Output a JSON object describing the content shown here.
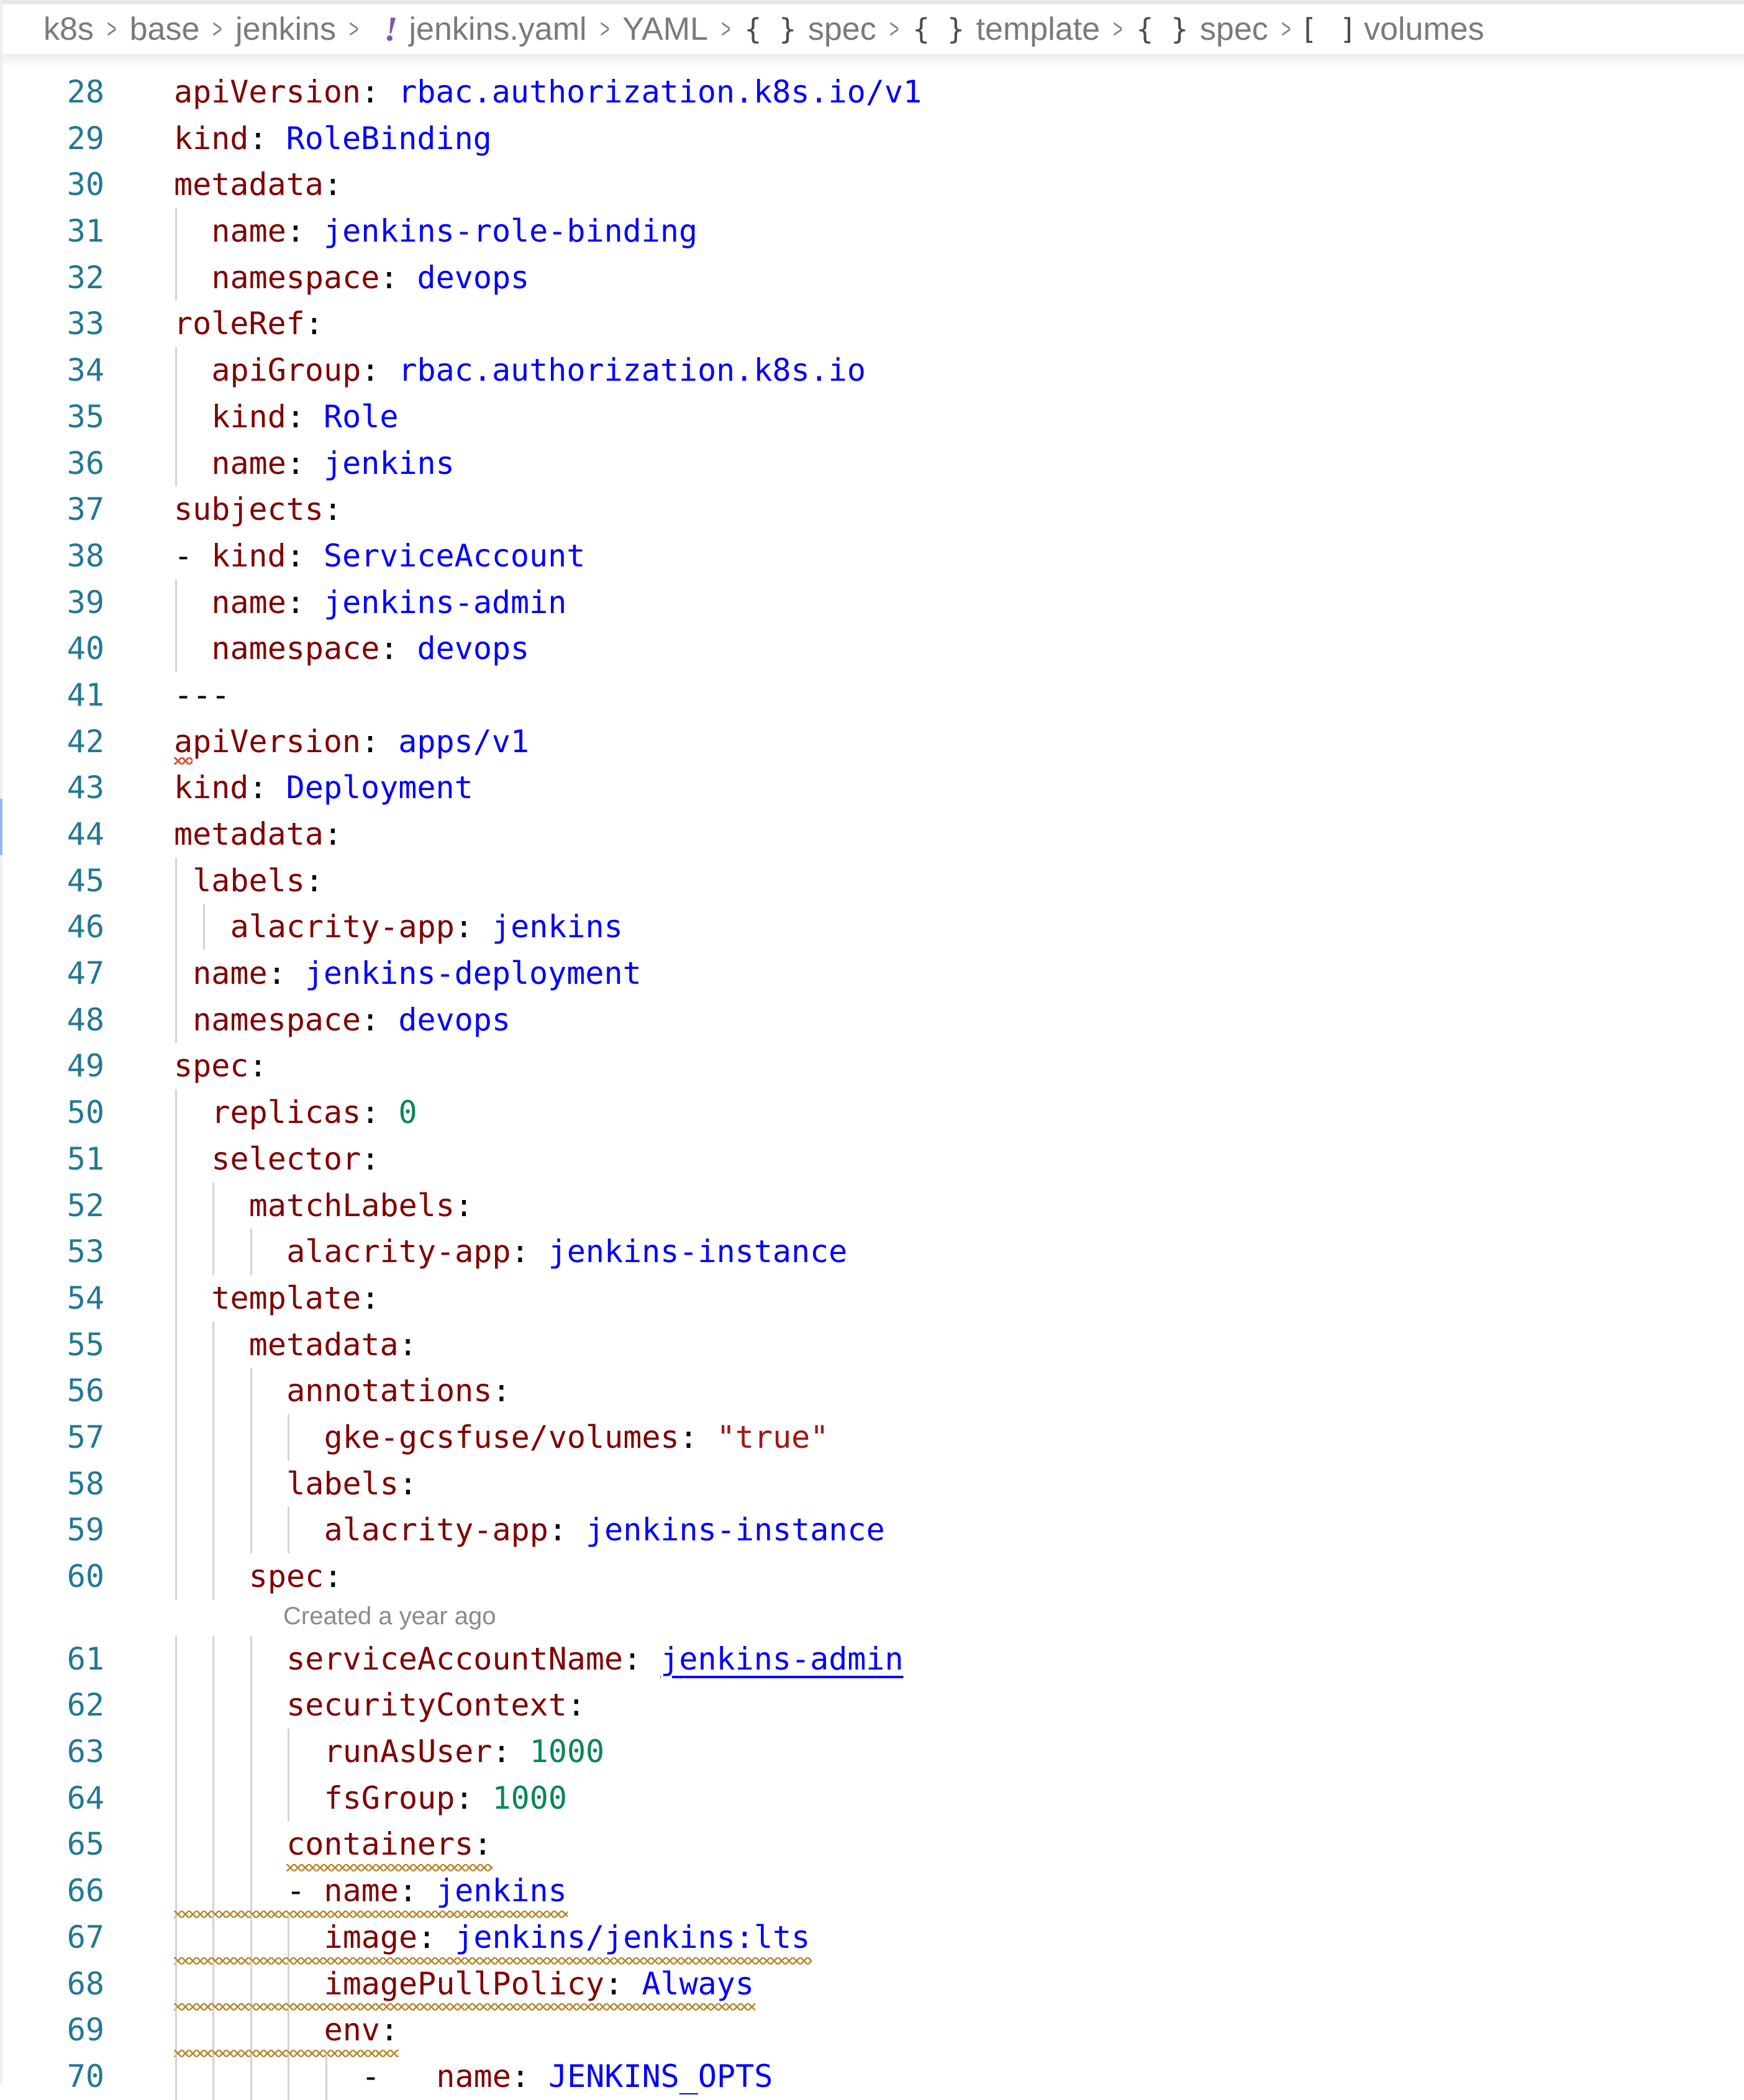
{
  "breadcrumb": {
    "items": [
      {
        "label": "k8s",
        "icon": null
      },
      {
        "label": "base",
        "icon": null
      },
      {
        "label": "jenkins",
        "icon": null
      },
      {
        "label": "jenkins.yaml",
        "icon": "yaml-file-icon",
        "icon_glyph": "!"
      },
      {
        "label": "YAML",
        "icon": null
      },
      {
        "label": "spec",
        "icon": "object-icon",
        "icon_glyph": "{}"
      },
      {
        "label": "template",
        "icon": "object-icon",
        "icon_glyph": "{}"
      },
      {
        "label": "spec",
        "icon": "object-icon",
        "icon_glyph": "{}"
      },
      {
        "label": "volumes",
        "icon": "array-icon",
        "icon_glyph": "[]"
      }
    ],
    "separator": "›"
  },
  "colors": {
    "key": "#800000",
    "value": "#0000ff",
    "number": "#098658",
    "string": "#a31515",
    "line_number": "#237893",
    "warning_squiggle": "#b8862b",
    "error_squiggle": "#e04a2f",
    "modified_marker": "#92b7f2",
    "yaml_icon": "#7e57a8"
  },
  "codelens": {
    "after_line": 60,
    "text": "Created a year ago"
  },
  "editor": {
    "lines": [
      {
        "num": "28",
        "indent": 0,
        "dash": "",
        "key": "apiVersion",
        "value": "rbac.authorization.k8s.io/v1",
        "vtype": "v"
      },
      {
        "num": "29",
        "indent": 0,
        "dash": "",
        "key": "kind",
        "value": "RoleBinding",
        "vtype": "v"
      },
      {
        "num": "30",
        "indent": 0,
        "dash": "",
        "key": "metadata",
        "value": "",
        "vtype": ""
      },
      {
        "num": "31",
        "indent": 2,
        "dash": "",
        "key": "name",
        "value": "jenkins-role-binding",
        "vtype": "v"
      },
      {
        "num": "32",
        "indent": 2,
        "dash": "",
        "key": "namespace",
        "value": "devops",
        "vtype": "v"
      },
      {
        "num": "33",
        "indent": 0,
        "dash": "",
        "key": "roleRef",
        "value": "",
        "vtype": ""
      },
      {
        "num": "34",
        "indent": 2,
        "dash": "",
        "key": "apiGroup",
        "value": "rbac.authorization.k8s.io",
        "vtype": "v"
      },
      {
        "num": "35",
        "indent": 2,
        "dash": "",
        "key": "kind",
        "value": "Role",
        "vtype": "v"
      },
      {
        "num": "36",
        "indent": 2,
        "dash": "",
        "key": "name",
        "value": "jenkins",
        "vtype": "v"
      },
      {
        "num": "37",
        "indent": 0,
        "dash": "",
        "key": "subjects",
        "value": "",
        "vtype": ""
      },
      {
        "num": "38",
        "indent": 0,
        "dash": "- ",
        "key": "kind",
        "value": "ServiceAccount",
        "vtype": "v"
      },
      {
        "num": "39",
        "indent": 2,
        "dash": "",
        "key": "name",
        "value": "jenkins-admin",
        "vtype": "v"
      },
      {
        "num": "40",
        "indent": 2,
        "dash": "",
        "key": "namespace",
        "value": "devops",
        "vtype": "v"
      },
      {
        "num": "41",
        "indent": 0,
        "raw": "---"
      },
      {
        "num": "42",
        "indent": 0,
        "dash": "",
        "key": "apiVersion",
        "value": "apps/v1",
        "vtype": "v",
        "error": true
      },
      {
        "num": "43",
        "indent": 0,
        "dash": "",
        "key": "kind",
        "value": "Deployment",
        "vtype": "v"
      },
      {
        "num": "44",
        "indent": 0,
        "dash": "",
        "key": "metadata",
        "value": "",
        "vtype": ""
      },
      {
        "num": "45",
        "indent": 1,
        "dash": "",
        "key": "labels",
        "value": "",
        "vtype": ""
      },
      {
        "num": "46",
        "indent": 3,
        "dash": "",
        "key": "alacrity-app",
        "value": "jenkins",
        "vtype": "v"
      },
      {
        "num": "47",
        "indent": 1,
        "dash": "",
        "key": "name",
        "value": "jenkins-deployment",
        "vtype": "v"
      },
      {
        "num": "48",
        "indent": 1,
        "dash": "",
        "key": "namespace",
        "value": "devops",
        "vtype": "v"
      },
      {
        "num": "49",
        "indent": 0,
        "dash": "",
        "key": "spec",
        "value": "",
        "vtype": ""
      },
      {
        "num": "50",
        "indent": 2,
        "dash": "",
        "key": "replicas",
        "value": "0",
        "vtype": "n"
      },
      {
        "num": "51",
        "indent": 2,
        "dash": "",
        "key": "selector",
        "value": "",
        "vtype": ""
      },
      {
        "num": "52",
        "indent": 4,
        "dash": "",
        "key": "matchLabels",
        "value": "",
        "vtype": ""
      },
      {
        "num": "53",
        "indent": 6,
        "dash": "",
        "key": "alacrity-app",
        "value": "jenkins-instance",
        "vtype": "v"
      },
      {
        "num": "54",
        "indent": 2,
        "dash": "",
        "key": "template",
        "value": "",
        "vtype": ""
      },
      {
        "num": "55",
        "indent": 4,
        "dash": "",
        "key": "metadata",
        "value": "",
        "vtype": ""
      },
      {
        "num": "56",
        "indent": 6,
        "dash": "",
        "key": "annotations",
        "value": "",
        "vtype": ""
      },
      {
        "num": "57",
        "indent": 8,
        "dash": "",
        "key": "gke-gcsfuse/volumes",
        "value": "\"true\"",
        "vtype": "s"
      },
      {
        "num": "58",
        "indent": 6,
        "dash": "",
        "key": "labels",
        "value": "",
        "vtype": ""
      },
      {
        "num": "59",
        "indent": 8,
        "dash": "",
        "key": "alacrity-app",
        "value": "jenkins-instance",
        "vtype": "v"
      },
      {
        "num": "60",
        "indent": 4,
        "dash": "",
        "key": "spec",
        "value": "",
        "vtype": ""
      },
      {
        "num": "61",
        "indent": 6,
        "dash": "",
        "key": "serviceAccountName",
        "value": "jenkins-admin",
        "vtype": "v",
        "link": true
      },
      {
        "num": "62",
        "indent": 6,
        "dash": "",
        "key": "securityContext",
        "value": "",
        "vtype": ""
      },
      {
        "num": "63",
        "indent": 8,
        "dash": "",
        "key": "runAsUser",
        "value": "1000",
        "vtype": "n"
      },
      {
        "num": "64",
        "indent": 8,
        "dash": "",
        "key": "fsGroup",
        "value": "1000",
        "vtype": "n"
      },
      {
        "num": "65",
        "indent": 6,
        "dash": "",
        "key": "containers",
        "value": "",
        "vtype": "",
        "warn_from": 6
      },
      {
        "num": "66",
        "indent": 6,
        "dash": "- ",
        "key": "name",
        "value": "jenkins",
        "vtype": "v",
        "warn_from": 0
      },
      {
        "num": "67",
        "indent": 8,
        "dash": "",
        "key": "image",
        "value": "jenkins/jenkins:lts",
        "vtype": "v",
        "warn_from": 0
      },
      {
        "num": "68",
        "indent": 8,
        "dash": "",
        "key": "imagePullPolicy",
        "value": "Always",
        "vtype": "v",
        "warn_from": 0
      },
      {
        "num": "69",
        "indent": 8,
        "dash": "",
        "key": "env",
        "value": "",
        "vtype": "",
        "warn_from": 0
      },
      {
        "num": "70",
        "indent": 10,
        "dash": "-   ",
        "key": "name",
        "value": "JENKINS_OPTS",
        "vtype": "v"
      }
    ]
  }
}
